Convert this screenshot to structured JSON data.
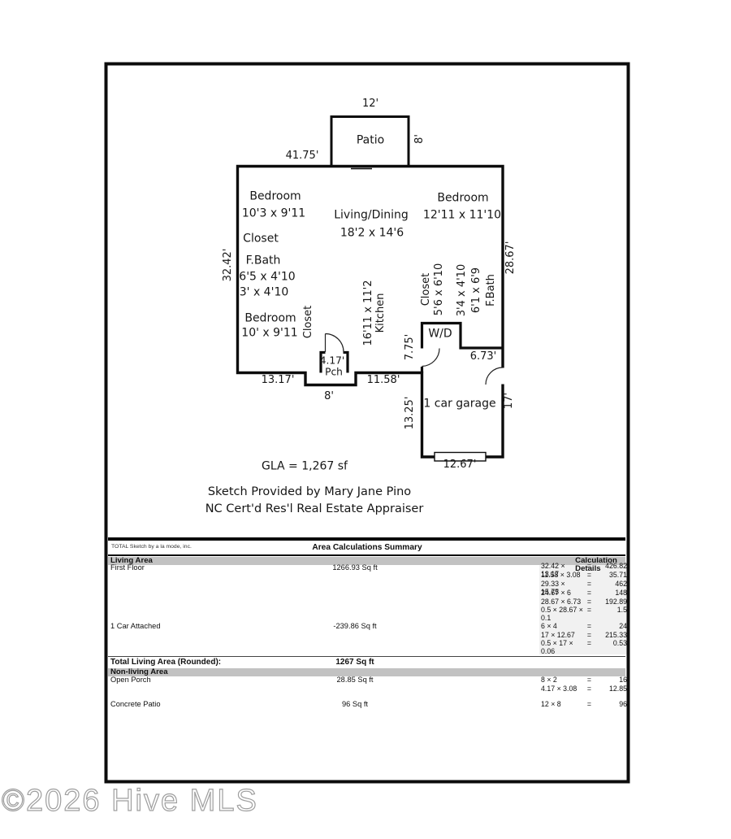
{
  "watermark": {
    "text": "©2026 Hive MLS",
    "color": "#9e9e9e"
  },
  "colors": {
    "wall": "#0c0c0c",
    "section_bar": "#c2c2c2",
    "calc_panel": "#f1f1f1"
  },
  "plan": {
    "patio_label": "Patio",
    "dims": {
      "patio_width": "12'",
      "patio_depth": "8'",
      "top": "41.75'",
      "left": "32.42'",
      "right": "28.67'",
      "bottom_left": "13.17'",
      "porch_width_top": "4.17'",
      "porch_label": "Pch",
      "porch_width_bottom": "8'",
      "bottom_mid": "11.58'",
      "wd_left": "7.75'",
      "wd_bottom": "6.73'",
      "garage_left": "13.25'",
      "garage_right": "17'",
      "garage_bottom": "12.67'"
    },
    "rooms": {
      "bedroom_tl": {
        "name": "Bedroom",
        "dims": "10'3 x 9'11"
      },
      "living": {
        "name": "Living/Dining",
        "dims": "18'2 x 14'6"
      },
      "bedroom_tr": {
        "name": "Bedroom",
        "dims": "12'11 x 11'10"
      },
      "closet_left": "Closet",
      "fbath_left": {
        "name": "F.Bath",
        "dim1": "6'5 x 4'10",
        "dim2": "3' x 4'10"
      },
      "bedroom_bl": {
        "name": "Bedroom",
        "dims": "10' x 9'11"
      },
      "closet_mid": "Closet",
      "kitchen": {
        "dims": "16'11 x 11'2",
        "name": "Kitchen"
      },
      "closet_right": {
        "name": "Closet",
        "dims": "5'6 x 6'10"
      },
      "fbath_right": {
        "dim2": "3'4 x 4'10",
        "dim1": "6'1 x 6'9",
        "name": "F.Bath"
      },
      "wd": "W/D",
      "garage": "1 car garage"
    },
    "notes": {
      "gla": "GLA = 1,267 sf",
      "provided_by": "Sketch Provided by Mary Jane Pino",
      "cert": "NC Cert'd Res'l Real Estate Appraiser"
    }
  },
  "table": {
    "vendor": "TOTAL Sketch by a la mode, inc.",
    "title": "Area Calculations Summary",
    "calc_header": "Calculation Details",
    "equals": "=",
    "living_header": "Living Area",
    "rows": [
      {
        "name": "First Floor",
        "area": "1266.93 Sq ft",
        "calcs": [
          {
            "e": "32.42 × 13.17",
            "r": "426.82"
          },
          {
            "e": "11.58 × 3.08",
            "r": "35.71"
          },
          {
            "e": "29.33 × 15.75",
            "r": "462"
          },
          {
            "e": "24.67 × 6",
            "r": "148"
          },
          {
            "e": "28.67 × 6.73",
            "r": "192.89"
          },
          {
            "e": "0.5 × 28.67 × 0.1",
            "r": "1.5"
          }
        ]
      },
      {
        "name": "1 Car Attached",
        "area": "-239.86 Sq ft",
        "calcs": [
          {
            "e": "6 × 4",
            "r": "24"
          },
          {
            "e": "17 × 12.67",
            "r": "215.33"
          },
          {
            "e": "0.5 × 17 × 0.06",
            "r": "0.53"
          }
        ]
      }
    ],
    "total_label": "Total Living Area (Rounded):",
    "total_value": "1267 Sq ft",
    "nonliving_header": "Non-living Area",
    "nonliving_rows": [
      {
        "name": "Open Porch",
        "area": "28.85 Sq ft",
        "calcs": [
          {
            "e": "8 × 2",
            "r": "16"
          },
          {
            "e": "4.17 × 3.08",
            "r": "12.85"
          }
        ]
      },
      {
        "name": "Concrete Patio",
        "area": "96 Sq ft",
        "calcs": [
          {
            "e": "12 × 8",
            "r": "96"
          }
        ]
      }
    ]
  }
}
